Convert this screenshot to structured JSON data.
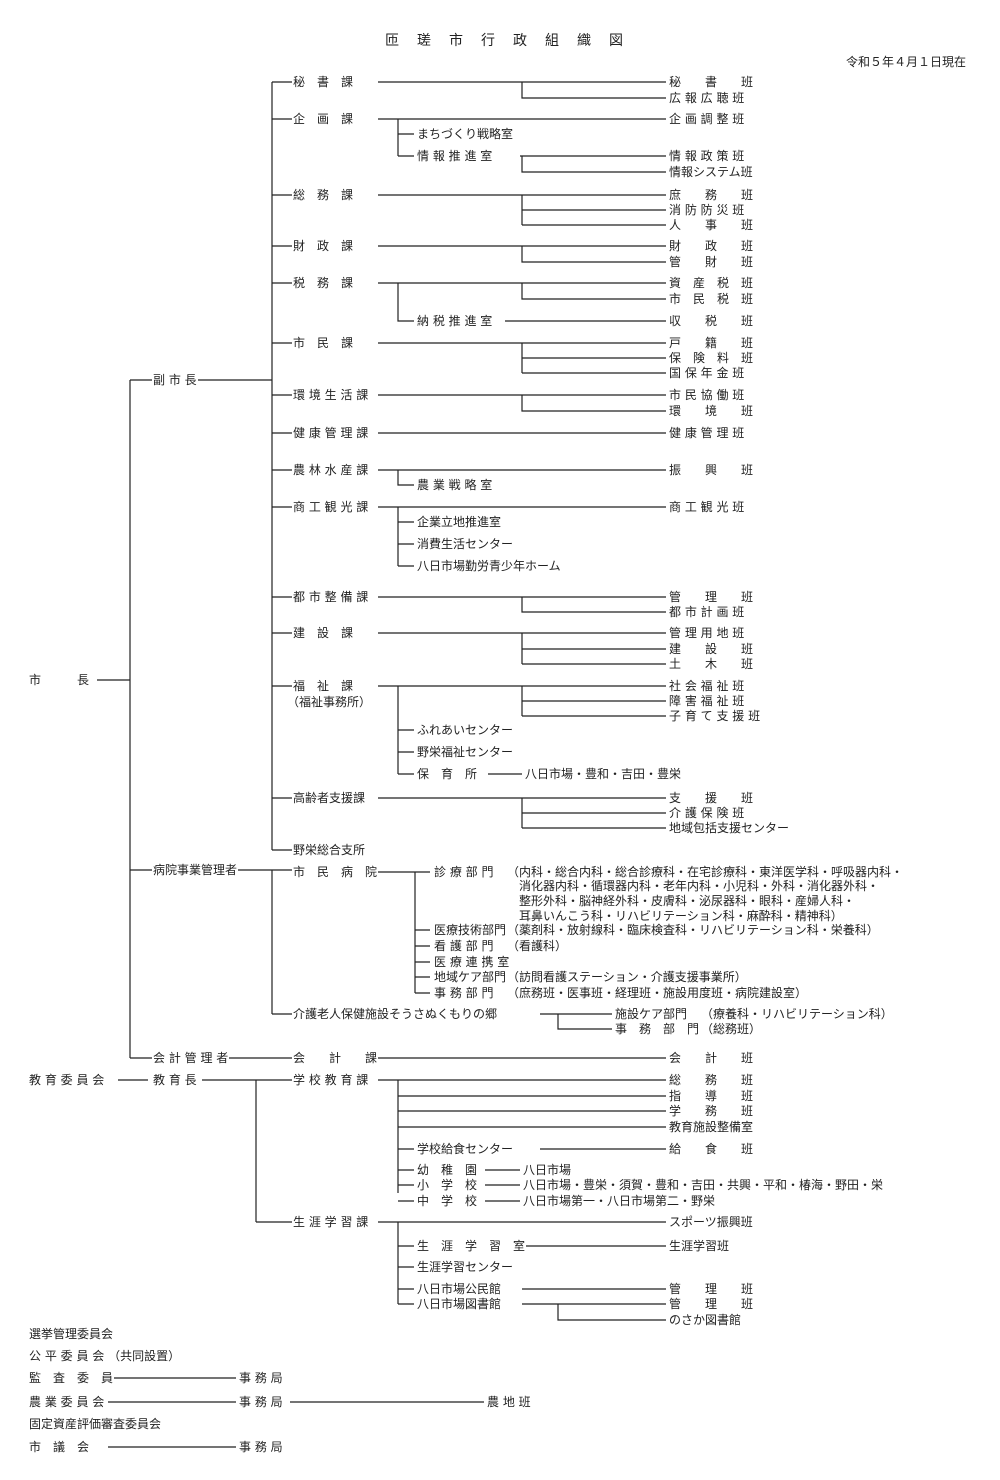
{
  "title": "匝　瑳　市　行　政　組　織　図",
  "date": "令和５年４月１日現在",
  "executives": {
    "mayor": "市　　　長",
    "deputy_mayor": "副 市 長",
    "hospital_manager": "病院事業管理者",
    "accounting_manager": "会 計 管 理 者"
  },
  "departments": {
    "hisho": "秘　書　課",
    "kikaku": "企　画　課",
    "soumu": "総　務　課",
    "zaisei": "財　政　課",
    "zeimu": "税　務　課",
    "shimin": "市　民　課",
    "kankyo": "環 境 生 活 課",
    "kenko": "健 康 管 理 課",
    "norin": "農 林 水 産 課",
    "shoko": "商 工 観 光 課",
    "toshi": "都 市 整 備 課",
    "kensetsu": "建　設　課",
    "fukushi": "福　祉　課",
    "fukushi_note": "（福祉事務所）",
    "koreisha": "高齢者支援課",
    "nosaka": "野栄総合支所",
    "hospital": "市　民　病　院",
    "kaigo": "介護老人保健施設そうさぬくもりの郷",
    "kaikei": "会　　計　　課"
  },
  "rooms": {
    "machizukuri": "まちづくり戦略室",
    "joho_suishin": "情 報 推 進 室",
    "nozei": "納 税 推 進 室",
    "nogyo_senryaku": "農 業 戦 略 室",
    "kigyo": "企業立地推進室",
    "shohi": "消費生活センター",
    "youkaichiba_hall": "八日市場勤労青少年ホーム",
    "fureai": "ふれあいセンター",
    "nosaka_fukushi": "野栄福祉センター",
    "hoikusho": "保　育　所",
    "hoikusho_list": "八日市場・豊和・吉田・豊栄"
  },
  "sections": {
    "hisho": "秘　　書　　班",
    "koho": "広 報 広 聴 班",
    "kikaku_chosei": "企 画 調 整 班",
    "joho_seisaku": "情 報 政 策 班",
    "joho_system": "情報システム班",
    "shomu": "庶　　務　　班",
    "shobo": "消 防 防 災 班",
    "jinji": "人　　事　　班",
    "zaisei": "財　　政　　班",
    "kanzai": "管　　財　　班",
    "shisanzei": "資　産　税　班",
    "shiminzei": "市　民　税　班",
    "shuzei": "収　　税　　班",
    "koseki": "戸　　籍　　班",
    "hokenryo": "保　険　料　班",
    "kokuho": "国 保 年 金 班",
    "kyodo": "市 民 協 働 班",
    "kankyo": "環　　境　　班",
    "kenko": "健 康 管 理 班",
    "shinko": "振　　興　　班",
    "shoko": "商 工 観 光 班",
    "toshi_kanri": "管　　理　　班",
    "toshi_keikaku": "都 市 計 画 班",
    "yochi": "管 理 用 地 班",
    "kensetsu": "建　　設　　班",
    "doboku": "土　　木　　班",
    "shakai_fukushi": "社 会 福 祉 班",
    "shogai": "障 害 福 祉 班",
    "kosodate": "子 育 て 支 援 班",
    "shien": "支　　援　　班",
    "kaigo_hoken": "介 護 保 険 班",
    "hokatsu": "地域包括支援センター",
    "kaikei": "会　　計　　班"
  },
  "hospital_units": {
    "shinryo": "診 療 部 門",
    "shinryo_detail_1": "（内科・総合内科・総合診療科・在宅診療科・東洋医学科・呼吸器内科・",
    "shinryo_detail_2": "消化器内科・循環器内科・老年内科・小児科・外科・消化器外科・",
    "shinryo_detail_3": "整形外科・脳神経外科・皮膚科・泌尿器科・眼科・産婦人科・",
    "shinryo_detail_4": "耳鼻いんこう科・リハビリテーション科・麻酔科・精神科）",
    "iryo_gijutsu": "医療技術部門",
    "iryo_gijutsu_detail": "（薬剤科・放射線科・臨床検査科・リハビリテーション科・栄養科）",
    "kango": "看 護 部 門",
    "kango_detail": "（看護科）",
    "renkei": "医 療 連 携 室",
    "chiiki_care": "地域ケア部門",
    "chiiki_care_detail": "（訪問看護ステーション・介護支援事業所）",
    "jimu": "事 務 部 門",
    "jimu_detail": "（庶務班・医事班・経理班・施設用度班・病院建設室）",
    "shisetsu_care": "施設ケア部門",
    "shisetsu_care_detail": "（療養科・リハビリテーション科）",
    "kaigo_jimu": "事　務　部　門",
    "kaigo_jimu_detail": "（総務班）"
  },
  "education": {
    "board": "教 育 委 員 会",
    "superintendent": "教 育 長",
    "gakko_kyoiku": "学 校 教 育 課",
    "shogai_gakushu": "生 涯 学 習 課",
    "soumu": "総　　務　　班",
    "shido": "指　　導　　班",
    "gakumu": "学　　務　　班",
    "shisetsu_seibi": "教育施設整備室",
    "kyushoku_center": "学校給食センター",
    "kyushoku": "給　　食　　班",
    "yochien": "幼　稚　園",
    "yochien_list": "八日市場",
    "shogakko": "小　学　校",
    "shogakko_list": "八日市場・豊栄・須賀・豊和・吉田・共興・平和・椿海・野田・栄",
    "chugakko": "中　学　校",
    "chugakko_list": "八日市場第一・八日市場第二・野栄",
    "sports": "スポーツ振興班",
    "gakushu_shitsu": "生　涯　学　習　室",
    "gakushu_han": "生涯学習班",
    "gakushu_center": "生涯学習センター",
    "kominkan": "八日市場公民館",
    "kominkan_kanri": "管　　理　　班",
    "toshokan": "八日市場図書館",
    "toshokan_kanri": "管　　理　　班",
    "nosaka_toshokan": "のさか図書館"
  },
  "committees": {
    "senkyo": "選挙管理委員会",
    "kohei": "公 平 委 員 会 （共同設置）",
    "kansa": "監　査　委　員",
    "kansa_office": "事 務 局",
    "nogyo": "農 業 委 員 会",
    "nogyo_office": "事 務 局",
    "nochi": "農 地 班",
    "kotei": "固定資産評価審査委員会",
    "gikai": "市　議　会",
    "gikai_office": "事 務 局"
  }
}
